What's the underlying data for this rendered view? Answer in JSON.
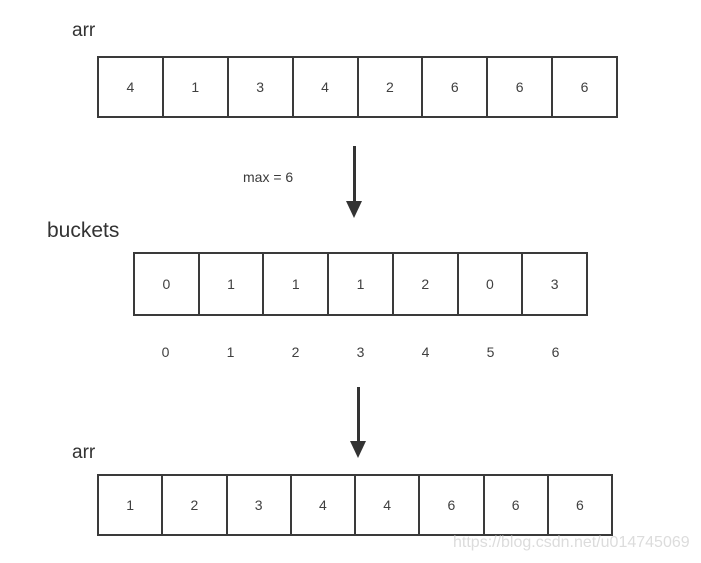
{
  "diagram": {
    "top_array": {
      "label": "arr",
      "values": [
        "4",
        "1",
        "3",
        "4",
        "2",
        "6",
        "6",
        "6"
      ]
    },
    "max_annotation": "max = 6",
    "buckets_array": {
      "label": "buckets",
      "values": [
        "0",
        "1",
        "1",
        "1",
        "2",
        "0",
        "3"
      ],
      "indices": [
        "0",
        "1",
        "2",
        "3",
        "4",
        "5",
        "6"
      ]
    },
    "bottom_array": {
      "label": "arr",
      "values": [
        "1",
        "2",
        "3",
        "4",
        "4",
        "6",
        "6",
        "6"
      ]
    }
  },
  "watermark": "https://blog.csdn.net/u014745069",
  "colors": {
    "border": "#3a3a3a",
    "label_text": "#333333",
    "cell_text": "#404040",
    "arrow": "#333333",
    "watermark": "#dcdcdc",
    "background": "#ffffff"
  }
}
